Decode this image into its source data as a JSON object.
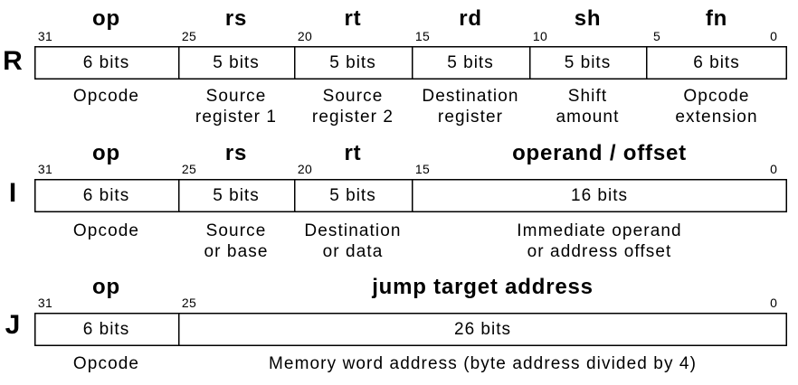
{
  "formats": [
    {
      "letter": "R",
      "end_bit": "0",
      "fields": [
        {
          "name": "op",
          "bit": "31",
          "size": "6 bits",
          "desc": [
            "Opcode"
          ]
        },
        {
          "name": "rs",
          "bit": "25",
          "size": "5 bits",
          "desc": [
            "Source",
            "register 1"
          ]
        },
        {
          "name": "rt",
          "bit": "20",
          "size": "5 bits",
          "desc": [
            "Source",
            "register 2"
          ]
        },
        {
          "name": "rd",
          "bit": "15",
          "size": "5 bits",
          "desc": [
            "Destination",
            "register"
          ]
        },
        {
          "name": "sh",
          "bit": "10",
          "size": "5 bits",
          "desc": [
            "Shift",
            "amount"
          ]
        },
        {
          "name": "fn",
          "bit": "5",
          "size": "6 bits",
          "desc": [
            "Opcode",
            "extension"
          ]
        }
      ]
    },
    {
      "letter": "I",
      "end_bit": "0",
      "fields": [
        {
          "name": "op",
          "bit": "31",
          "size": "6 bits",
          "desc": [
            "Opcode"
          ]
        },
        {
          "name": "rs",
          "bit": "25",
          "size": "5 bits",
          "desc": [
            "Source",
            "or base"
          ]
        },
        {
          "name": "rt",
          "bit": "20",
          "size": "5 bits",
          "desc": [
            "Destination",
            "or data"
          ]
        },
        {
          "name": "operand / offset",
          "bit": "15",
          "size": "16 bits",
          "desc": [
            "Immediate operand",
            "or address offset"
          ]
        }
      ]
    },
    {
      "letter": "J",
      "end_bit": "0",
      "fields": [
        {
          "name": "op",
          "bit": "31",
          "size": "6 bits",
          "desc": [
            "Opcode"
          ]
        },
        {
          "name": "jump target address",
          "bit": "25",
          "size": "26 bits",
          "desc": [
            "Memory word address (byte address divided by 4)"
          ]
        }
      ]
    }
  ]
}
